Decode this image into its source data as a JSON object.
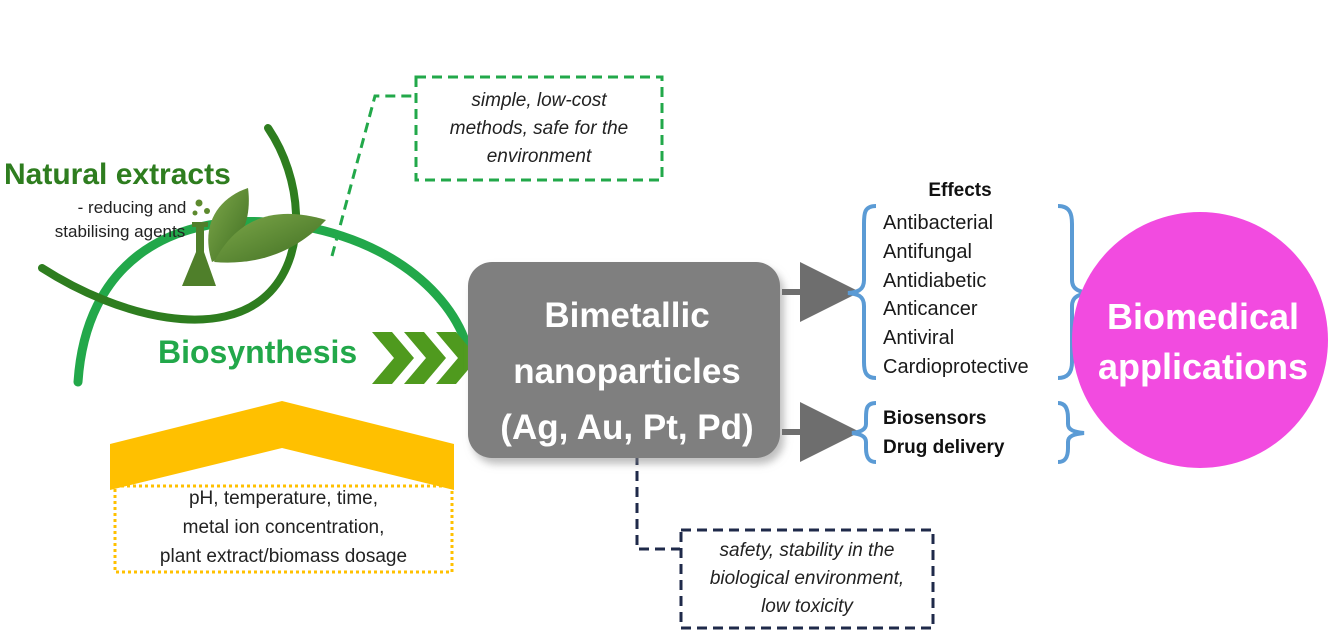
{
  "natural": {
    "title": "Natural extracts",
    "subtitle_line1": "- reducing and",
    "subtitle_line2": "stabilising agents"
  },
  "green_note": {
    "line1": "simple, low-cost",
    "line2": "methods, safe for the",
    "line3": "environment"
  },
  "biosynthesis": {
    "label": "Biosynthesis"
  },
  "conditions": {
    "line1": "pH, temperature, time,",
    "line2": "metal ion concentration,",
    "line3": "plant extract/biomass dosage"
  },
  "center": {
    "line1": "Bimetallic",
    "line2": "nanoparticles",
    "line3": "(Ag, Au, Pt, Pd)"
  },
  "safety_note": {
    "line1": "safety, stability in the",
    "line2": "biological environment,",
    "line3": "low toxicity"
  },
  "effects": {
    "heading": "Effects",
    "items": [
      "Antibacterial",
      "Antifungal",
      "Antidiabetic",
      "Anticancer",
      "Antiviral",
      "Cardioprotective"
    ]
  },
  "other_apps": {
    "items": [
      "Biosensors",
      "Drug delivery"
    ]
  },
  "biomedical": {
    "line1": "Biomedical",
    "line2": "applications"
  },
  "colors": {
    "green_dark": "#2e7d1f",
    "green_bright": "#22a84a",
    "amber": "#ffc000",
    "gray_box": "#7f7f7f",
    "navy": "#1f2a4a",
    "blue_brace": "#5b9bd5",
    "magenta": "#f24be0"
  },
  "icons": [
    "leaf-icon",
    "flask-icon"
  ]
}
